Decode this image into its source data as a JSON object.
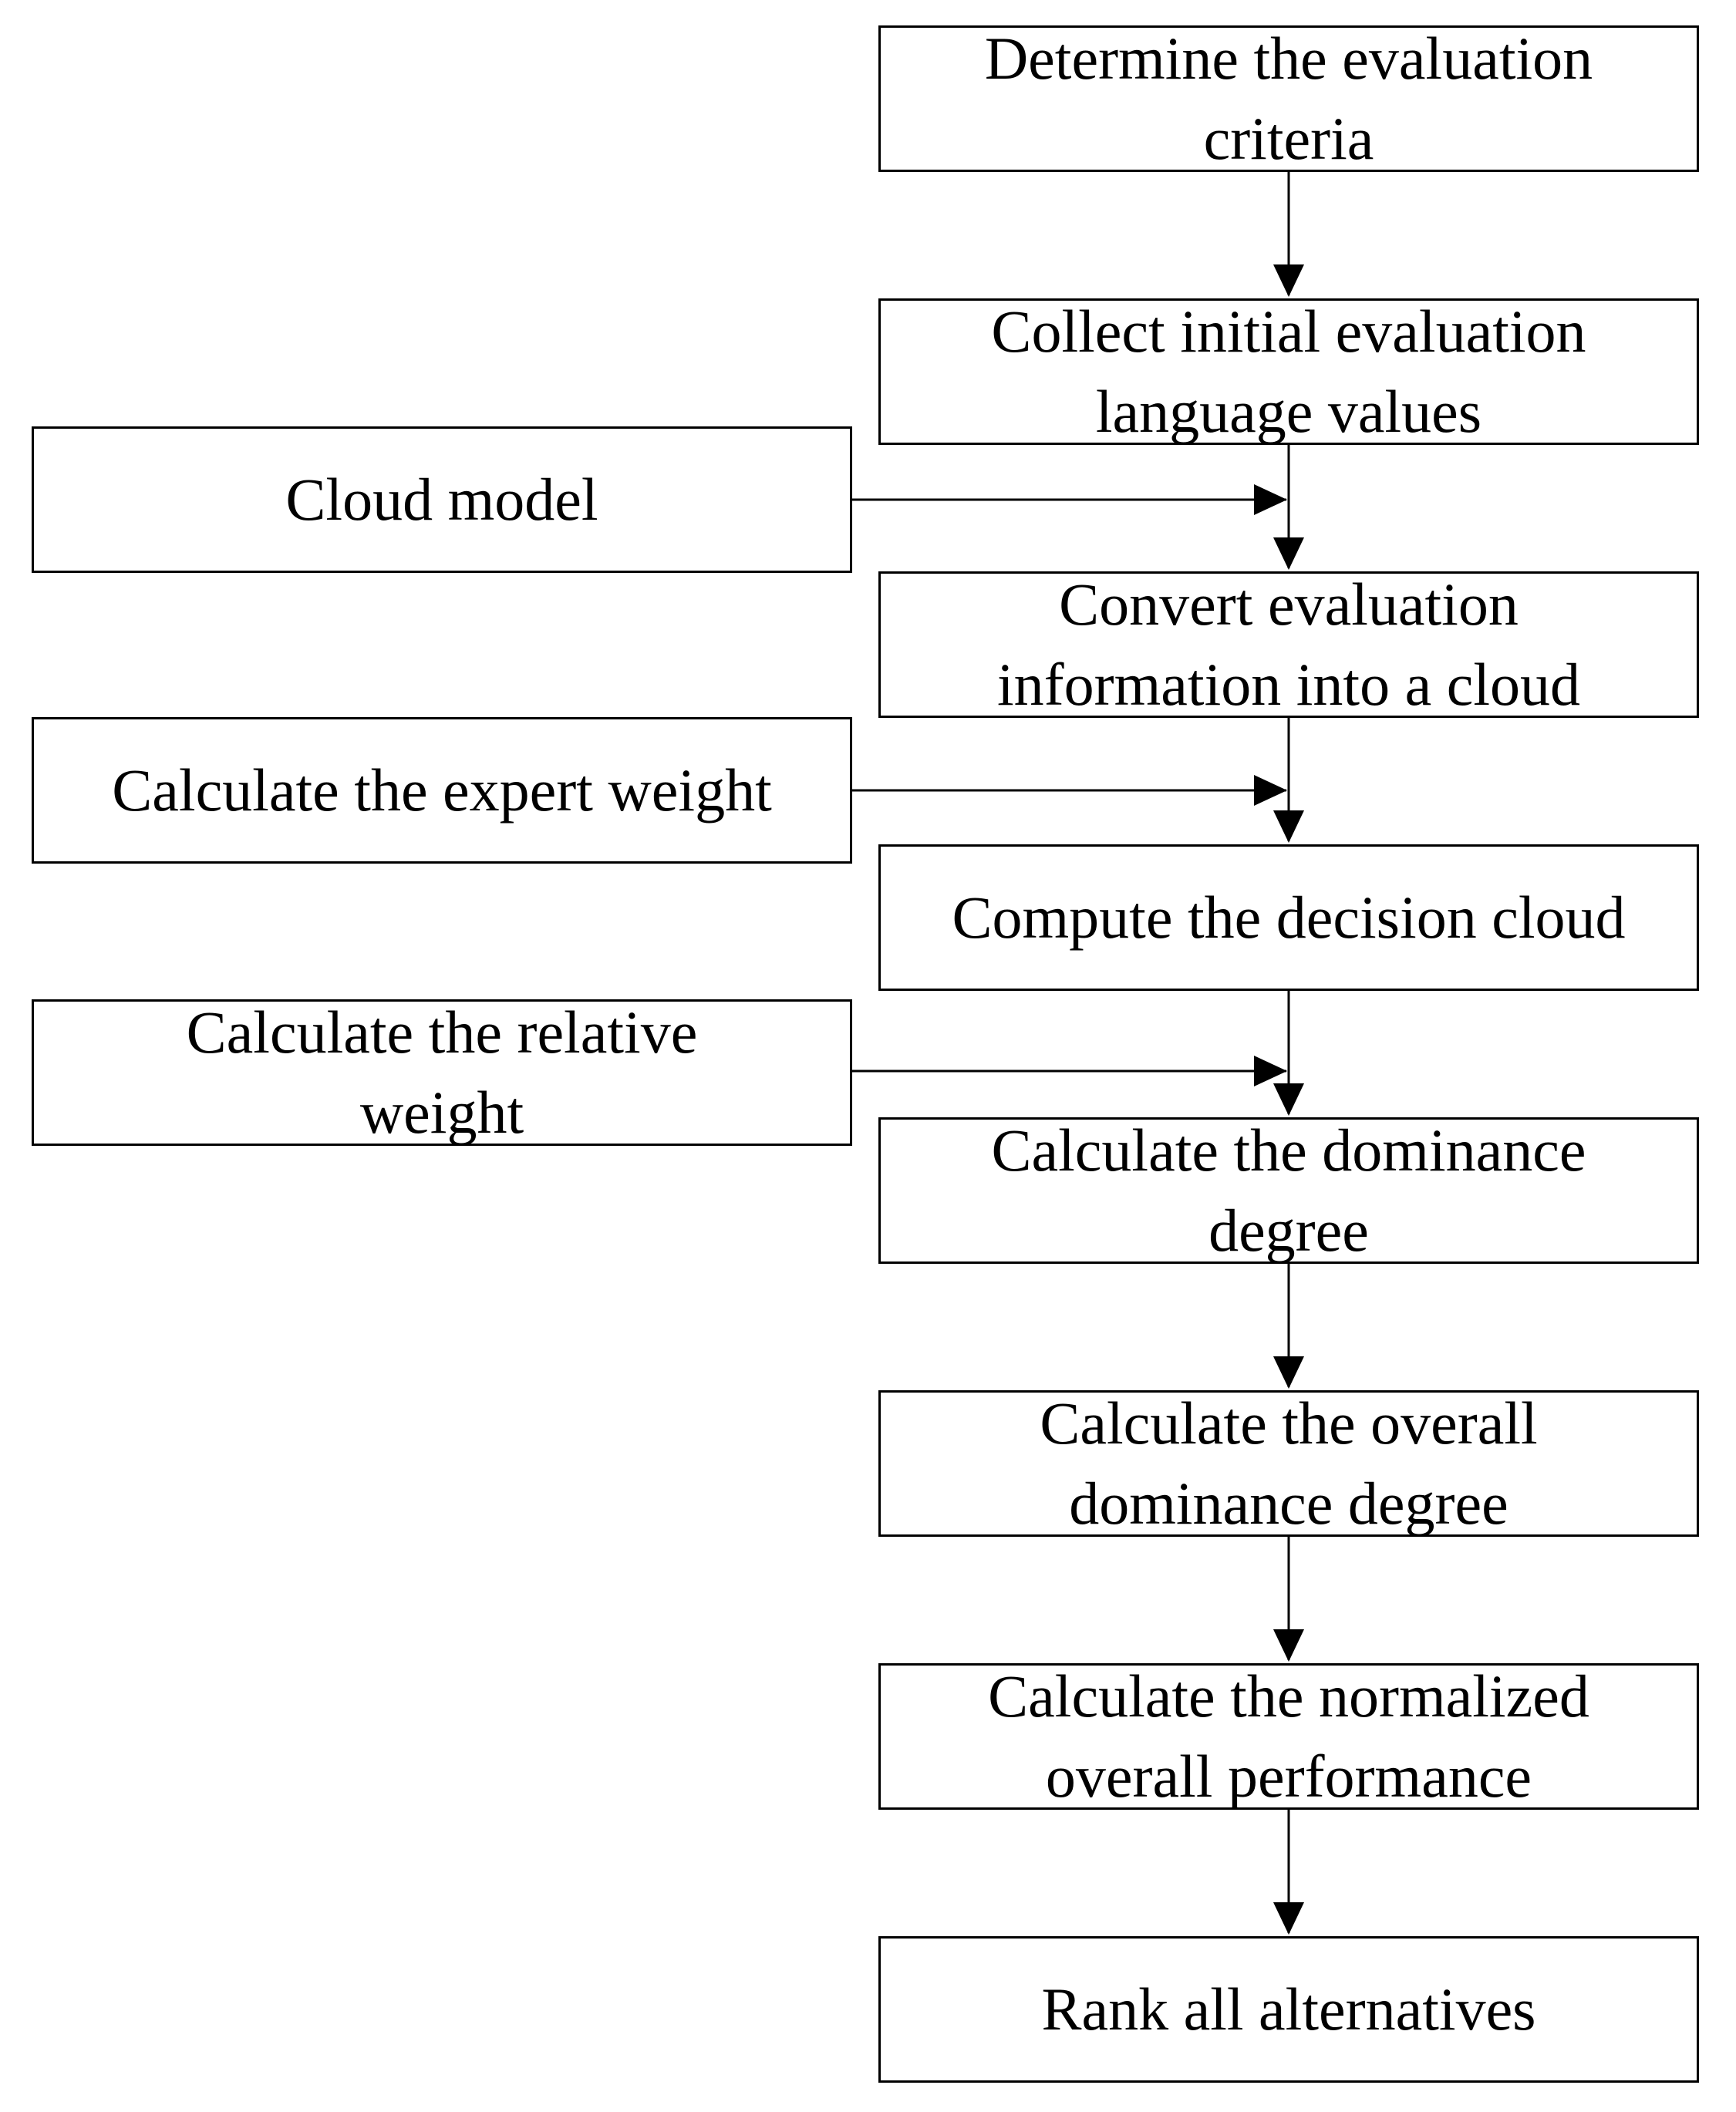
{
  "main_steps": [
    {
      "label": "Determine the evaluation\ncriteria"
    },
    {
      "label": "Collect initial evaluation\nlanguage values"
    },
    {
      "label": "Convert evaluation\ninformation into a cloud"
    },
    {
      "label": "Compute the decision cloud"
    },
    {
      "label": "Calculate the dominance\ndegree"
    },
    {
      "label": "Calculate the overall\ndominance degree"
    },
    {
      "label": "Calculate the normalized\noverall performance"
    },
    {
      "label": "Rank all alternatives"
    }
  ],
  "side_inputs": [
    {
      "label": "Cloud model"
    },
    {
      "label": "Calculate the expert weight"
    },
    {
      "label": "Calculate the relative\nweight"
    }
  ],
  "colors": {
    "stroke": "#000000",
    "background": "#ffffff"
  }
}
